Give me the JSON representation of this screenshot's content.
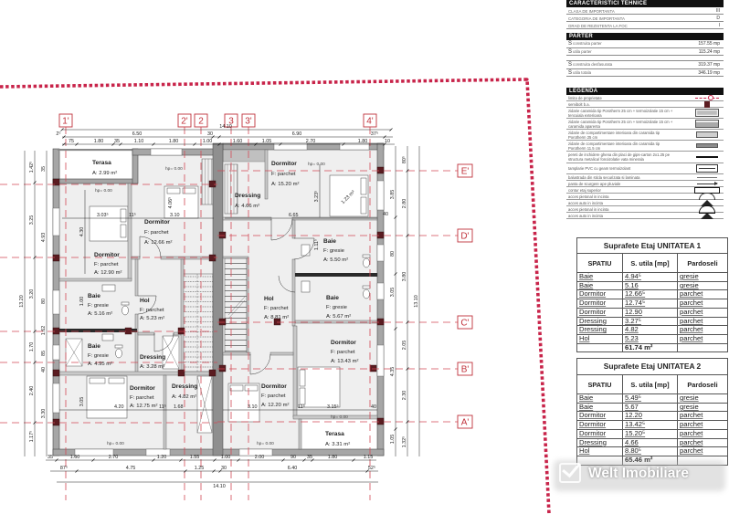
{
  "plan": {
    "axes": {
      "columns": [
        "1'",
        "2'",
        "2",
        "3",
        "3'",
        "4'"
      ],
      "rows": [
        "E'",
        "D'",
        "C'",
        "B'",
        "A'"
      ]
    },
    "dimensions": {
      "top": {
        "overall": "14.10",
        "row2": [
          "2⁵",
          "6.50",
          "30",
          "6.90",
          "37⁵"
        ],
        "row3": [
          "75",
          "1.80",
          "35",
          "1.10",
          "1.80",
          "1.00",
          "1.60",
          "1.05",
          "2.70",
          "1.80",
          "10"
        ]
      },
      "bottom": {
        "row1": [
          "35",
          "1.60",
          "2.70",
          "1.20",
          "1.55",
          "1.00",
          "2.00",
          "90",
          "35",
          "1.80",
          "1.15"
        ],
        "row2": [
          "87⁵",
          "4.75",
          "1.25",
          "30",
          "6.40",
          "52⁵"
        ],
        "overall": "14.10"
      },
      "left": {
        "overall": "13.20",
        "col2": [
          "1.42⁵",
          "3.25",
          "3.20",
          "1.70",
          "2.40",
          "1.17⁵"
        ],
        "col3": [
          "35",
          "4.93",
          "80",
          "1.62",
          "85",
          "40",
          "3.30"
        ]
      },
      "right": {
        "col1": [
          "3.85",
          "40",
          "80",
          "3.05",
          "4.35",
          "1.05"
        ],
        "col2": [
          "80⁵",
          "2.80",
          "3.80",
          "2.05",
          "2.30",
          "1.32⁵"
        ],
        "overall": "13.10"
      },
      "interior": {
        "unit1": [
          "3.03⁵",
          "11⁵",
          "3.10",
          "4.06⁵",
          "4.30",
          "4.20",
          "11⁵",
          "1.68",
          "3.05",
          "1.00"
        ],
        "unit2": [
          "6.65",
          "3.23⁵",
          "1.23 m²",
          "3.10",
          "11⁵",
          "3.15⁵",
          "40",
          "1.11⁵"
        ]
      }
    },
    "levels": [
      "hp= 0.00",
      "hp= 0.00",
      "hp= 0.00",
      "hp= 0.00",
      "hp= 0.00",
      "hp= 0.00"
    ],
    "rooms": {
      "unit1": [
        {
          "name": "Terasa",
          "floor": "",
          "area": "A: 2.99 m²"
        },
        {
          "name": "Dormitor",
          "floor": "F:   parchet",
          "area": "A: 12.66 m²"
        },
        {
          "name": "Dormitor",
          "floor": "F:   parchet",
          "area": "A: 12.90 m²"
        },
        {
          "name": "Baie",
          "floor": "F:   gresie",
          "area": "A: 5.16 m²"
        },
        {
          "name": "Hol",
          "floor": "F:  parchet",
          "area": "A: 5.23 m²"
        },
        {
          "name": "Baie",
          "floor": "F:   gresie",
          "area": "A: 4.95 m²"
        },
        {
          "name": "Dressing",
          "floor": "",
          "area": "A: 3.28 m²"
        },
        {
          "name": "Dormitor",
          "floor": "F:   parchet",
          "area": "A: 12.75 m²"
        },
        {
          "name": "Dressing",
          "floor": "",
          "area": "A: 4.82 m²"
        }
      ],
      "unit2": [
        {
          "name": "Dormitor",
          "floor": "F:   parchet",
          "area": "A: 15.20 m²"
        },
        {
          "name": "Dressing",
          "floor": "",
          "area": "A: 4.66 m²"
        },
        {
          "name": "Baie",
          "floor": "F:   gresie",
          "area": "A: 5.50 m²"
        },
        {
          "name": "Hol",
          "floor": "F:  parchet",
          "area": "A: 8.81 m²"
        },
        {
          "name": "Baie",
          "floor": "F:   gresie",
          "area": "A: 5.67 m²"
        },
        {
          "name": "Dormitor",
          "floor": "F:   parchet",
          "area": "A: 13.43 m²"
        },
        {
          "name": "Dormitor",
          "floor": "F:   parchet",
          "area": "A: 12.20 m²"
        },
        {
          "name": "Terasa",
          "floor": "",
          "area": "A: 3.31 m²"
        }
      ]
    },
    "colors": {
      "boundary": "#c8244a",
      "grid": "#d24a55",
      "column": "#5b1c21",
      "wall": "#a6a6a6"
    }
  },
  "tech": {
    "title": "CARACTERISTICI TEHNICE",
    "rows": [
      {
        "label": "CLASA DE IMPORTANTA",
        "value": "III"
      },
      {
        "label": "CATEGORIA DE IMPORTANTA",
        "value": "D"
      },
      {
        "label": "GRAD DE REZISTENTA LA FOC",
        "value": "I"
      }
    ]
  },
  "parter": {
    "title": "PARTER",
    "rows": [
      {
        "prefix": "S",
        "label": "construita parter",
        "value": "157.55 mp"
      },
      {
        "prefix": "S",
        "label": "utila parter",
        "value": "115.24 mp"
      },
      {
        "prefix": "S",
        "label": "construita desfasurata",
        "value": "319.37 mp"
      },
      {
        "prefix": "S",
        "label": "utila totala",
        "value": "346.19 mp"
      }
    ]
  },
  "legend": {
    "title": "LEGENDA",
    "items": [
      {
        "label": "limita de proprietate",
        "symbol": "boundary-line"
      },
      {
        "label": "semibolt b.a.",
        "symbol": "column"
      },
      {
        "label": "zidarie caramida tip Porotherm 25 cm + termoizolatie 15 cm + tencuiala exterioara",
        "symbol": "exterior-wall-plaster"
      },
      {
        "label": "zidarie caramida tip Porotherm 25 cm + termoizolatie 15 cm + caramida aparenta",
        "symbol": "exterior-wall-brick"
      },
      {
        "label": "zidarie de compartimentare interioara din caramida tip Porotherm 25 cm",
        "symbol": "interior-wall-25"
      },
      {
        "label": "zidarie de compartimentare interioara din caramida tip Porotherm 11.5 cm",
        "symbol": "interior-wall-11"
      },
      {
        "label": "pereti de inchidere ghena din placi de gips-carton 2x1.25 pe structura metalica/ fonoizolatie vata minerala",
        "symbol": "drywall"
      },
      {
        "label": "tamplarie PVC cu geam termoizolant",
        "symbol": "window"
      },
      {
        "label": "balustrada din sticla securizata si laminata",
        "symbol": "railing"
      },
      {
        "label": "panta de scurgere ape pluviale",
        "symbol": "slope-arrow"
      },
      {
        "label": "contur etaj superior",
        "symbol": "upper-floor-outline"
      },
      {
        "label": "acces pietonal in incinta",
        "symbol": "pedestrian-access"
      },
      {
        "label": "acces auto in incinta",
        "symbol": "car-access"
      },
      {
        "label": "acces pietonal in incinta",
        "symbol": "pedestrian-access"
      },
      {
        "label": "acces auto in incinta",
        "symbol": "car-access"
      }
    ]
  },
  "tables": [
    {
      "title": "Suprafete Etaj UNITATEA 1",
      "headers": [
        "SPATIU",
        "S. utila [mp]",
        "Pardoseli"
      ],
      "rows": [
        [
          "Baie",
          "4.94⁵",
          "gresie"
        ],
        [
          "Baie",
          "5.16",
          "gresie"
        ],
        [
          "Dormitor",
          "12.66⁵",
          "parchet"
        ],
        [
          "Dormitor",
          "12.74⁵",
          "parchet"
        ],
        [
          "Dormitor",
          "12.90",
          "parchet"
        ],
        [
          "Dressing",
          "3.27⁵",
          "parchet"
        ],
        [
          "Dressing",
          "4.82",
          "parchet"
        ],
        [
          "Hol",
          "5.23",
          "parchet"
        ]
      ],
      "total": "61.74 m²"
    },
    {
      "title": "Suprafete Etaj UNITATEA 2",
      "headers": [
        "SPATIU",
        "S. utila [mp]",
        "Pardoseli"
      ],
      "rows": [
        [
          "Baie",
          "5.49⁵",
          "gresie"
        ],
        [
          "Baie",
          "5.67",
          "gresie"
        ],
        [
          "Dormitor",
          "12.20",
          "parchet"
        ],
        [
          "Dormitor",
          "13.42⁵",
          "parchet"
        ],
        [
          "Dormitor",
          "15.20⁵",
          "parchet"
        ],
        [
          "Dressing",
          "4.66",
          "parchet"
        ],
        [
          "Hol",
          "8.80⁵",
          "parchet"
        ]
      ],
      "total": "65.46 m²"
    }
  ],
  "watermark": {
    "text": "Welt Imobiliare",
    "icon": "check-box-icon"
  }
}
